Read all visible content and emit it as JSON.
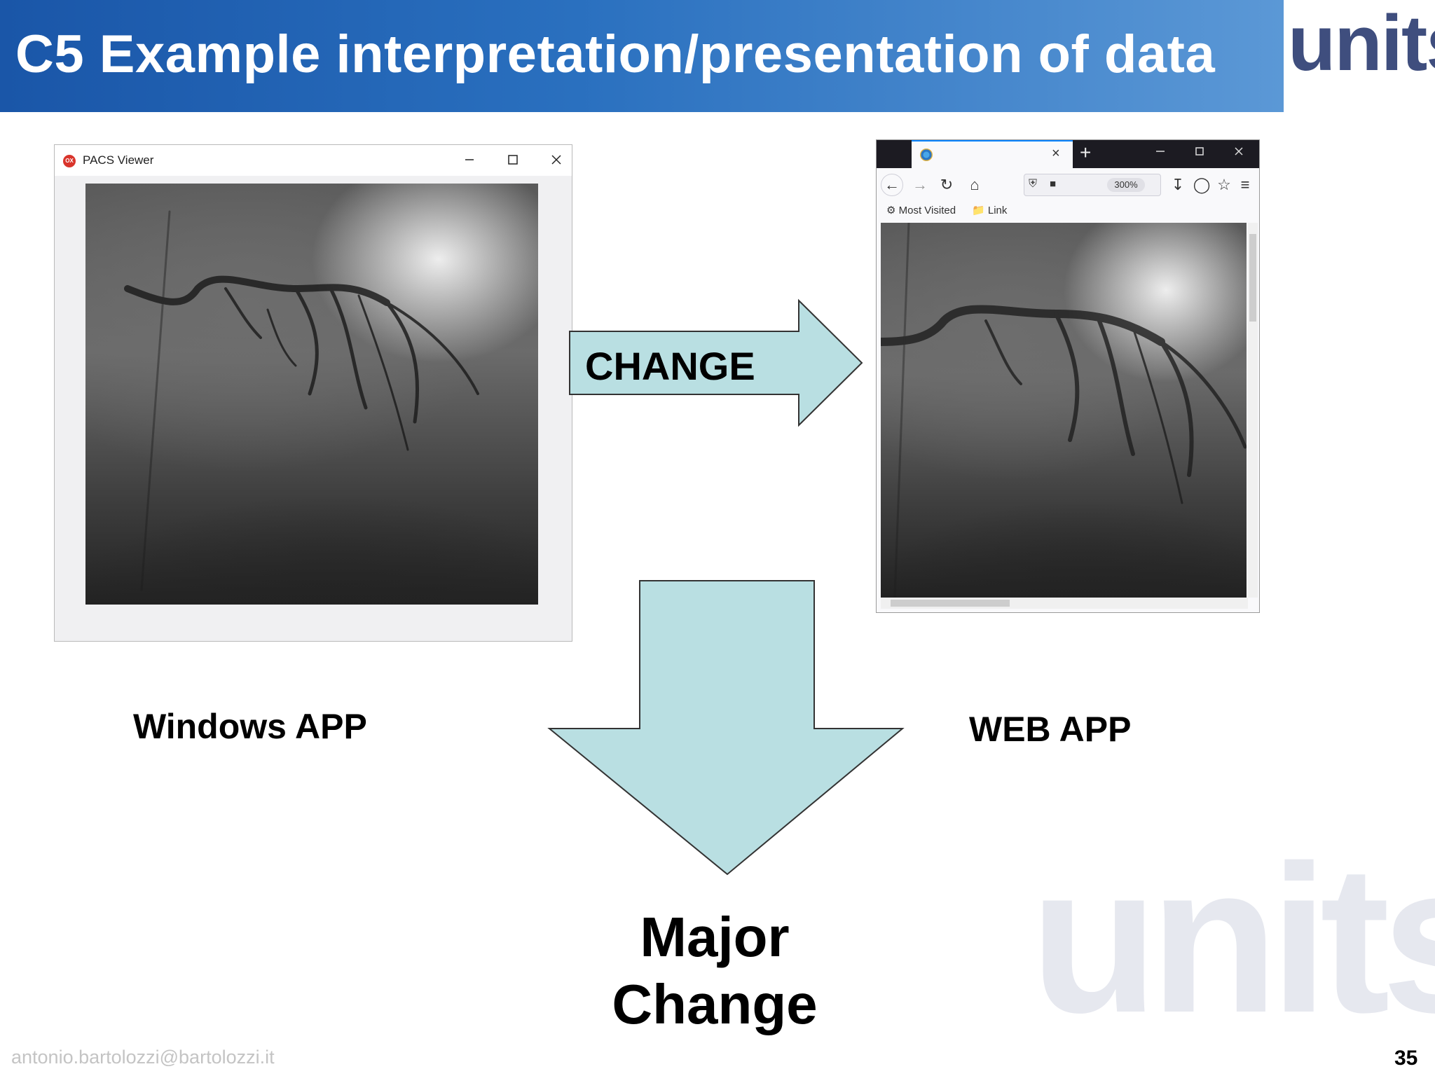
{
  "slide": {
    "title": "C5 Example interpretation/presentation of data",
    "logo": "units",
    "watermark": "units",
    "footer_email": "antonio.bartolozzi@bartolozzi.it",
    "page_number": "35",
    "banner_color": "#1f5faf",
    "arrow_fill": "#b9dfe2"
  },
  "windows_app": {
    "title": "PACS Viewer",
    "app_icon_text": "OX",
    "controls": [
      "minimize-icon",
      "maximize-icon",
      "close-icon"
    ],
    "image": "coronary angiography image"
  },
  "change_arrow": {
    "label": "CHANGE"
  },
  "browser": {
    "tab_favicon": "globe-icon",
    "tab_close": "×",
    "new_tab": "+",
    "toolbar_icons": [
      "back-icon",
      "forward-icon",
      "reload-icon",
      "home-icon",
      "shield-icon",
      "lock-icon",
      "download-icon",
      "extension-icon",
      "star-icon",
      "menu-icon"
    ],
    "zoom": "300%",
    "bookmarks": [
      "Most Visited",
      "Link"
    ]
  },
  "labels": {
    "windows": "Windows APP",
    "web": "WEB APP",
    "major_line1": "Major",
    "major_line2": "Change"
  }
}
